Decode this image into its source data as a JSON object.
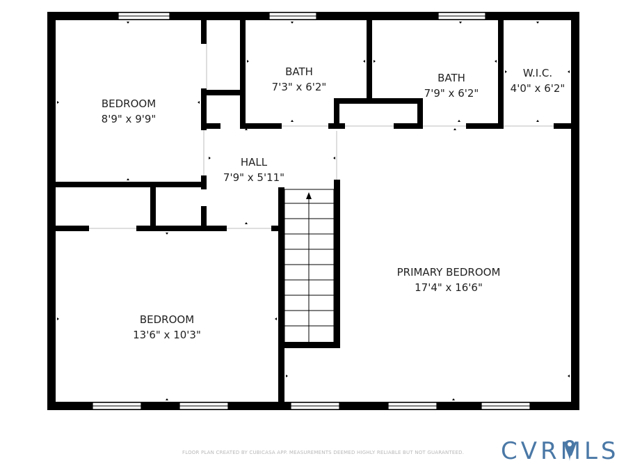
{
  "rooms": [
    {
      "name": "BEDROOM",
      "dims": "8'9\" x 9'9\""
    },
    {
      "name": "BATH",
      "dims": "7'3\" x 6'2\""
    },
    {
      "name": "BATH",
      "dims": "7'9\" x 6'2\""
    },
    {
      "name": "W.I.C.",
      "dims": "4'0\" x 6'2\""
    },
    {
      "name": "HALL",
      "dims": "7'9\" x 5'11\""
    },
    {
      "name": "PRIMARY BEDROOM",
      "dims": "17'4\" x 16'6\""
    },
    {
      "name": "BEDROOM",
      "dims": "13'6\" x 10'3\""
    }
  ],
  "footer": {
    "disclaimer": "FLOOR PLAN CREATED BY CUBICASA APP. MEASUREMENTS DEEMED HIGHLY RELIABLE BUT NOT GUARANTEED.",
    "brand": "CVRMLS"
  },
  "colors": {
    "wall": "#000000",
    "brand": "#4a78a6"
  }
}
